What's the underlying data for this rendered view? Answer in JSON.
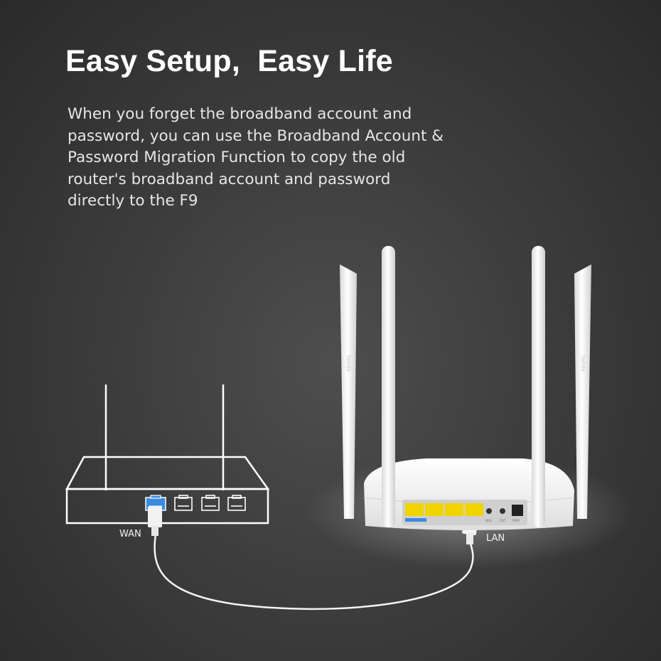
{
  "headline": "Easy Setup,  Easy Life",
  "description": "When you forget the broadband account and password, you can use the Broadband Account & Password Migration Function to copy the old router's broadband account and password directly to the F9",
  "diagram": {
    "old_router_port_label": "WAN",
    "new_router_port_label": "LAN",
    "brand_mark": "tenda",
    "rear_panel_labels": [
      "WiFi",
      "RST",
      "PWR"
    ]
  },
  "colors": {
    "background": "#3a3a3a",
    "wan_port": "#3a8be0",
    "lan_ports": "#f0d400"
  }
}
